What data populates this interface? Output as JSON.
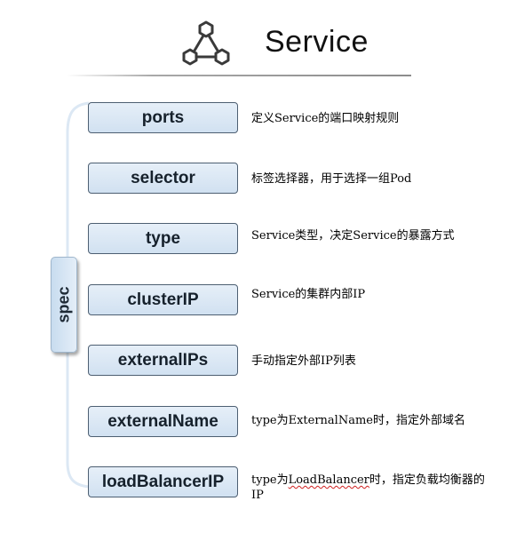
{
  "header": {
    "title": "Service",
    "icon": "network-triangle-icon"
  },
  "spec": {
    "label": "spec"
  },
  "fields": [
    {
      "key": "ports",
      "label": "ports",
      "description": "定义Service的端口映射规则"
    },
    {
      "key": "selector",
      "label": "selector",
      "description": "标签选择器，用于选择一组Pod"
    },
    {
      "key": "type",
      "label": "type",
      "description": "Service类型，决定Service的暴露方式"
    },
    {
      "key": "clusterip",
      "label": "clusterIP",
      "description": "Service的集群内部IP"
    },
    {
      "key": "externalips",
      "label": "externalIPs",
      "description": "手动指定外部IP列表"
    },
    {
      "key": "externalname",
      "label": "externalName",
      "description": "type为ExternalName时，指定外部域名"
    },
    {
      "key": "loadbalancerip",
      "label": "loadBalancerIP",
      "description_prefix": "type为",
      "description_underlined": "LoadBalancer",
      "description_suffix": "时，指定负载均衡器的IP"
    }
  ],
  "colors": {
    "box_fill_top": "#e6eff8",
    "box_fill_bottom": "#d1e1f1",
    "box_border": "#4d5f72",
    "bracket": "#dce8f4",
    "spell_underline": "#d02020"
  }
}
